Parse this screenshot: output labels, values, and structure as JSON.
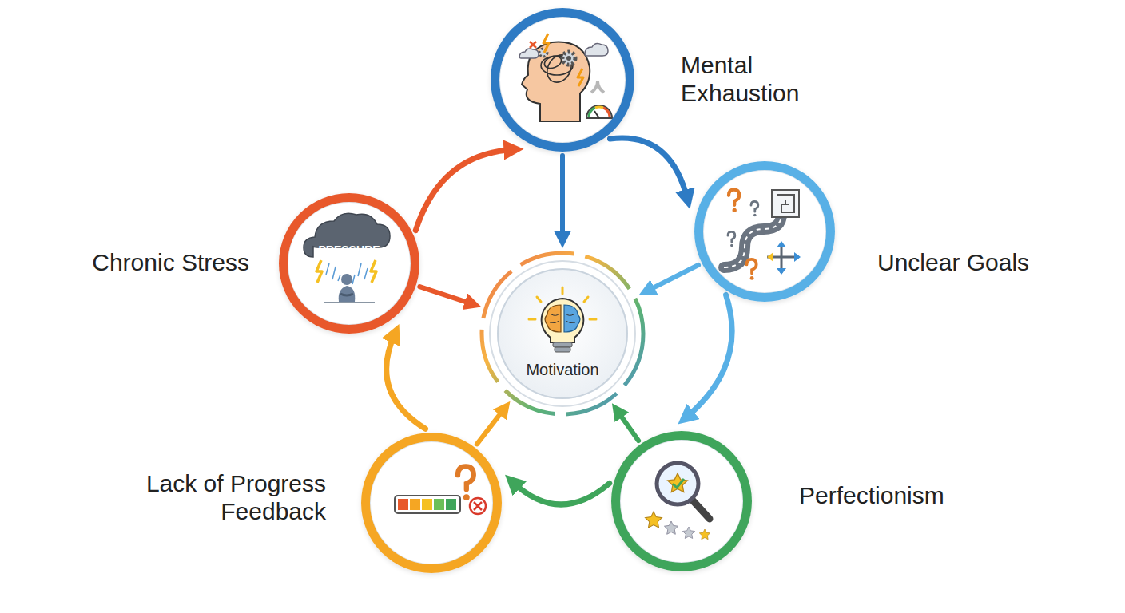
{
  "diagram": {
    "nodes": [
      {
        "text": [
          "Mental Exhaustion"
        ]
      },
      {
        "text": [
          "Unclear Goals"
        ]
      },
      {
        "text": [
          "Perfectionism"
        ]
      },
      {
        "text": [
          "Lack of Progress Feedback"
        ]
      },
      {
        "text": [
          "Chronic Stress",
          "PRESSURE"
        ]
      },
      {
        "text": [
          "Motivation"
        ]
      }
    ],
    "edges": [
      {
        "from": 0,
        "to": 1,
        "arrow": "to"
      },
      {
        "from": 1,
        "to": 2,
        "arrow": "to"
      },
      {
        "from": 2,
        "to": 3,
        "arrow": "to"
      },
      {
        "from": 3,
        "to": 4,
        "arrow": "to"
      },
      {
        "from": 4,
        "to": 0,
        "arrow": "to"
      },
      {
        "from": 0,
        "to": 5,
        "arrow": "to"
      },
      {
        "from": 1,
        "to": 5,
        "arrow": "to"
      },
      {
        "from": 2,
        "to": 5,
        "arrow": "to"
      },
      {
        "from": 3,
        "to": 5,
        "arrow": "to"
      },
      {
        "from": 4,
        "to": 5,
        "arrow": "to"
      }
    ]
  }
}
